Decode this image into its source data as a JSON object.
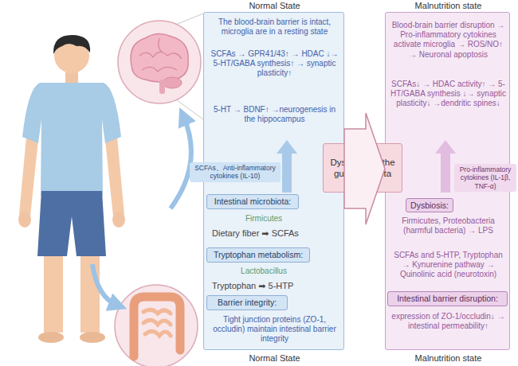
{
  "diagram": {
    "nodes": [
      {
        "text": [
          "Normal State",
          "The blood-brain barrier is intact, microglia are in a resting state",
          "SCFAs → GPR41/43↑ → HDAC ↓→ 5-HT/GABA synthesis↑ → synaptic plasticity↑",
          "5-HT → BDNF↑ →neurogenesis in the hippocampus",
          "Firmicutes",
          "Dietary fiber ➡ SCFAs",
          "Lactobacillus",
          "Tryptophan ➡ 5-HTP",
          "Tight junction proteins (ZO-1, occludin) maintain intestinal barrier integrity",
          "Normal State"
        ]
      },
      {
        "text": [
          "SCFAs、Anti-inflammatory cytokines (IL-10)"
        ]
      },
      {
        "text": [
          "Intestinal microbiota:"
        ],
        "in": 0
      },
      {
        "text": [
          "Tryptophan metabolism:"
        ],
        "in": 0
      },
      {
        "text": [
          "Barrier integrity:"
        ],
        "in": 0
      },
      {
        "text": [
          "Dysbiosis of the gut microbiota"
        ]
      },
      {
        "text": [
          "Malnutrition state",
          "Blood-brain barrier disruption → Pro-inflammatory cytokines activate microglia → ROS/NO↑ → Neuronal apoptosis",
          "SCFAs↓ → HDAC activity↑ → 5-HT/GABA synthesis ↓→ synaptic plasticity↓ →dendritic spines↓",
          "Firmicutes, Proteobacteria (harmful bacteria) → LPS",
          "SCFAs and 5-HTP, Tryptophan → Kynurenine pathway → Quinolinic acid (neurotoxin)",
          "expression of ZO-1/occludin↓ → intestinal permeability↑",
          "Malnutrition state"
        ]
      },
      {
        "text": [
          "Pro-inflammatory cytokines (IL-1β, TNF-α)"
        ]
      },
      {
        "text": [
          "Dysbiosis:"
        ],
        "in": 6
      },
      {
        "text": [
          "Intestinal barrier disruption:"
        ],
        "in": 6
      }
    ],
    "edges": [
      {
        "from": 0,
        "to": 6,
        "arrow": "to"
      }
    ]
  }
}
